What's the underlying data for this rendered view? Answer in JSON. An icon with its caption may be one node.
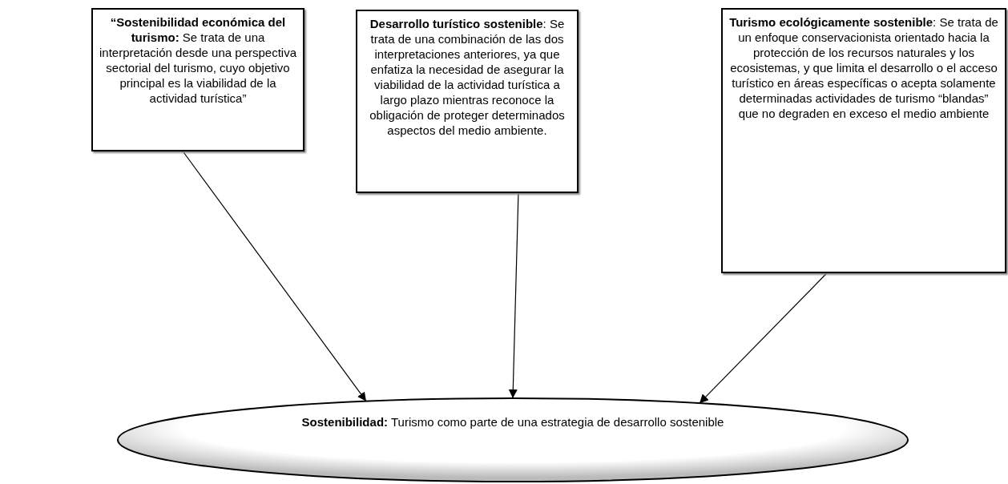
{
  "diagram": {
    "nodes": [
      {
        "text": [
          "**“Sostenibilidad económica del turismo:** Se trata de una interpretación desde una perspectiva sectorial del turismo, cuyo objetivo principal es la viabilidad de la actividad turística”"
        ]
      },
      {
        "text": [
          "**Desarrollo turístico sostenible**: Se trata de una combinación de las dos interpretaciones anteriores, ya que enfatiza la necesidad de asegurar la viabilidad de la actividad turística a largo plazo mientras reconoce la obligación de proteger determinados aspectos del medio ambiente."
        ]
      },
      {
        "text": [
          "**Turismo ecológicamente sostenible**: Se trata de un enfoque conservacionista orientado hacia la protección de los recursos naturales y los ecosistemas, y que limita el desarrollo o el acceso turístico en áreas específicas o acepta solamente determinadas actividades de turismo “blandas” que no degraden en exceso el medio ambiente"
        ]
      },
      {
        "text": [
          "**Sostenibilidad:** Turismo como parte de una estrategia de desarrollo sostenible"
        ]
      }
    ],
    "edges": [
      {
        "from": 0,
        "to": 3,
        "arrow": "to"
      },
      {
        "from": 1,
        "to": 3,
        "arrow": "to"
      },
      {
        "from": 2,
        "to": 3,
        "arrow": "to"
      }
    ]
  }
}
